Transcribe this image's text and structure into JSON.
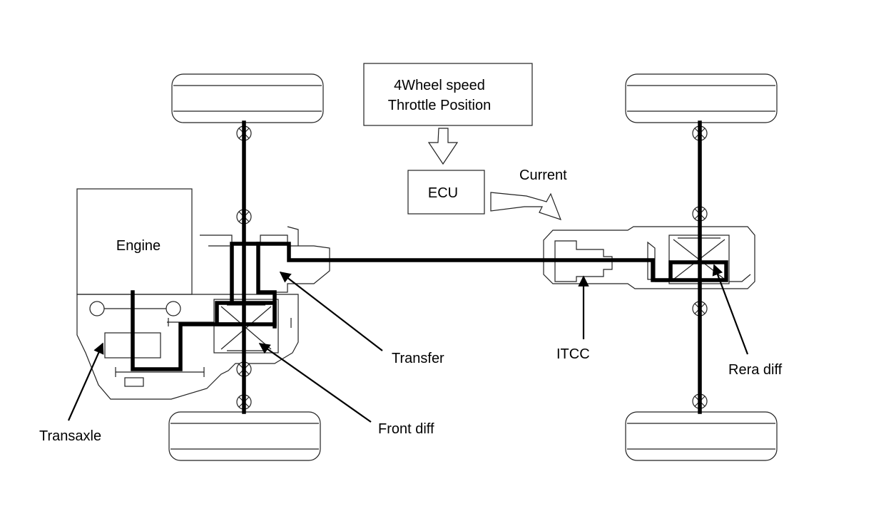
{
  "labels": {
    "sensor_line1": "4Wheel speed",
    "sensor_line2": "Throttle Position",
    "ecu": "ECU",
    "current": "Current",
    "engine": "Engine",
    "transfer": "Transfer",
    "itcc": "ITCC",
    "rear_diff": "Rera diff",
    "front_diff": "Front diff",
    "transaxle": "Transaxle"
  }
}
